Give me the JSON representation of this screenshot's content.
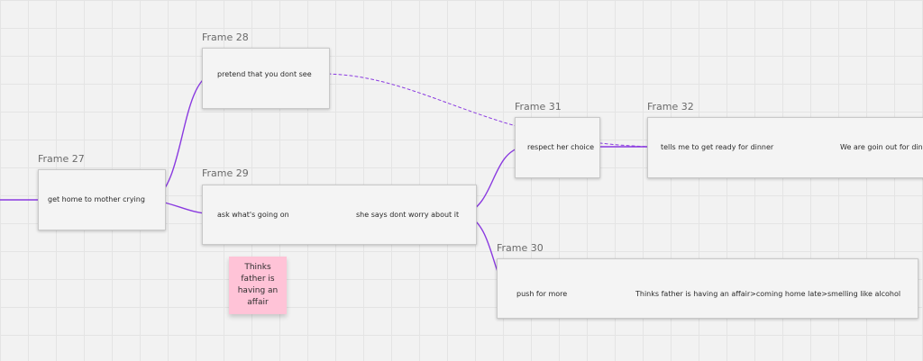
{
  "colors": {
    "connector": "#8a3ae0",
    "sticky": "#ffc3d7",
    "frame_border": "#c9c9c9"
  },
  "frames": {
    "f27": {
      "title": "Frame 27"
    },
    "f28": {
      "title": "Frame 28"
    },
    "f29": {
      "title": "Frame 29"
    },
    "f30": {
      "title": "Frame 30"
    },
    "f31": {
      "title": "Frame 31"
    },
    "f32": {
      "title": "Frame 32"
    }
  },
  "nodes": {
    "get_home": "get home to mother crying",
    "pretend": "pretend that you dont see",
    "ask": "ask what's going on",
    "she_says": "she says dont worry about it",
    "respect": "respect her choice",
    "tells_me": "tells me to get ready for dinner",
    "going_out": "We are goin out for dinner",
    "push": "push for more",
    "thinks_affair": "Thinks father is having an affair>coming home late>smelling like alcohol"
  },
  "sticky": {
    "text": "Thinks father is having an affair"
  }
}
